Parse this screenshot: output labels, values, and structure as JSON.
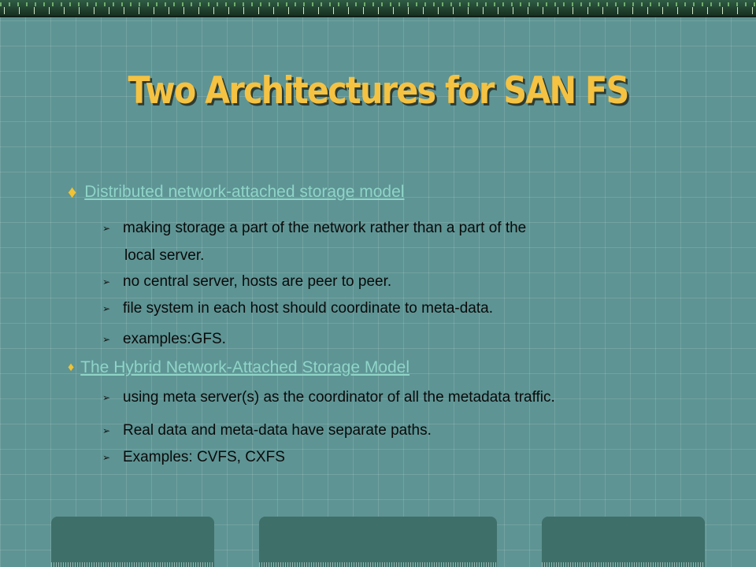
{
  "slide": {
    "title": "Two Architectures for SAN FS",
    "sections": [
      {
        "heading": "Distributed network-attached storage model",
        "items": [
          "making storage a part of the network rather than a part of the",
          "local server.",
          "no central server, hosts are peer to peer.",
          "file system in each host should coordinate to meta-data.",
          "examples:GFS."
        ]
      },
      {
        "heading": "The Hybrid Network-Attached Storage Model",
        "items": [
          "using meta server(s) as the coordinator of all the metadata traffic.",
          "Real data and meta-data have separate paths.",
          "Examples: CVFS, CXFS"
        ]
      }
    ]
  },
  "icons": {
    "main_bullet": "diamond-icon",
    "sub_bullet": "arrowhead-icon"
  },
  "colors": {
    "background": "#5e9494",
    "title": "#f5c242",
    "link": "#8fd4c8",
    "diamond": "#f2c233",
    "tab": "#3e6f69"
  }
}
